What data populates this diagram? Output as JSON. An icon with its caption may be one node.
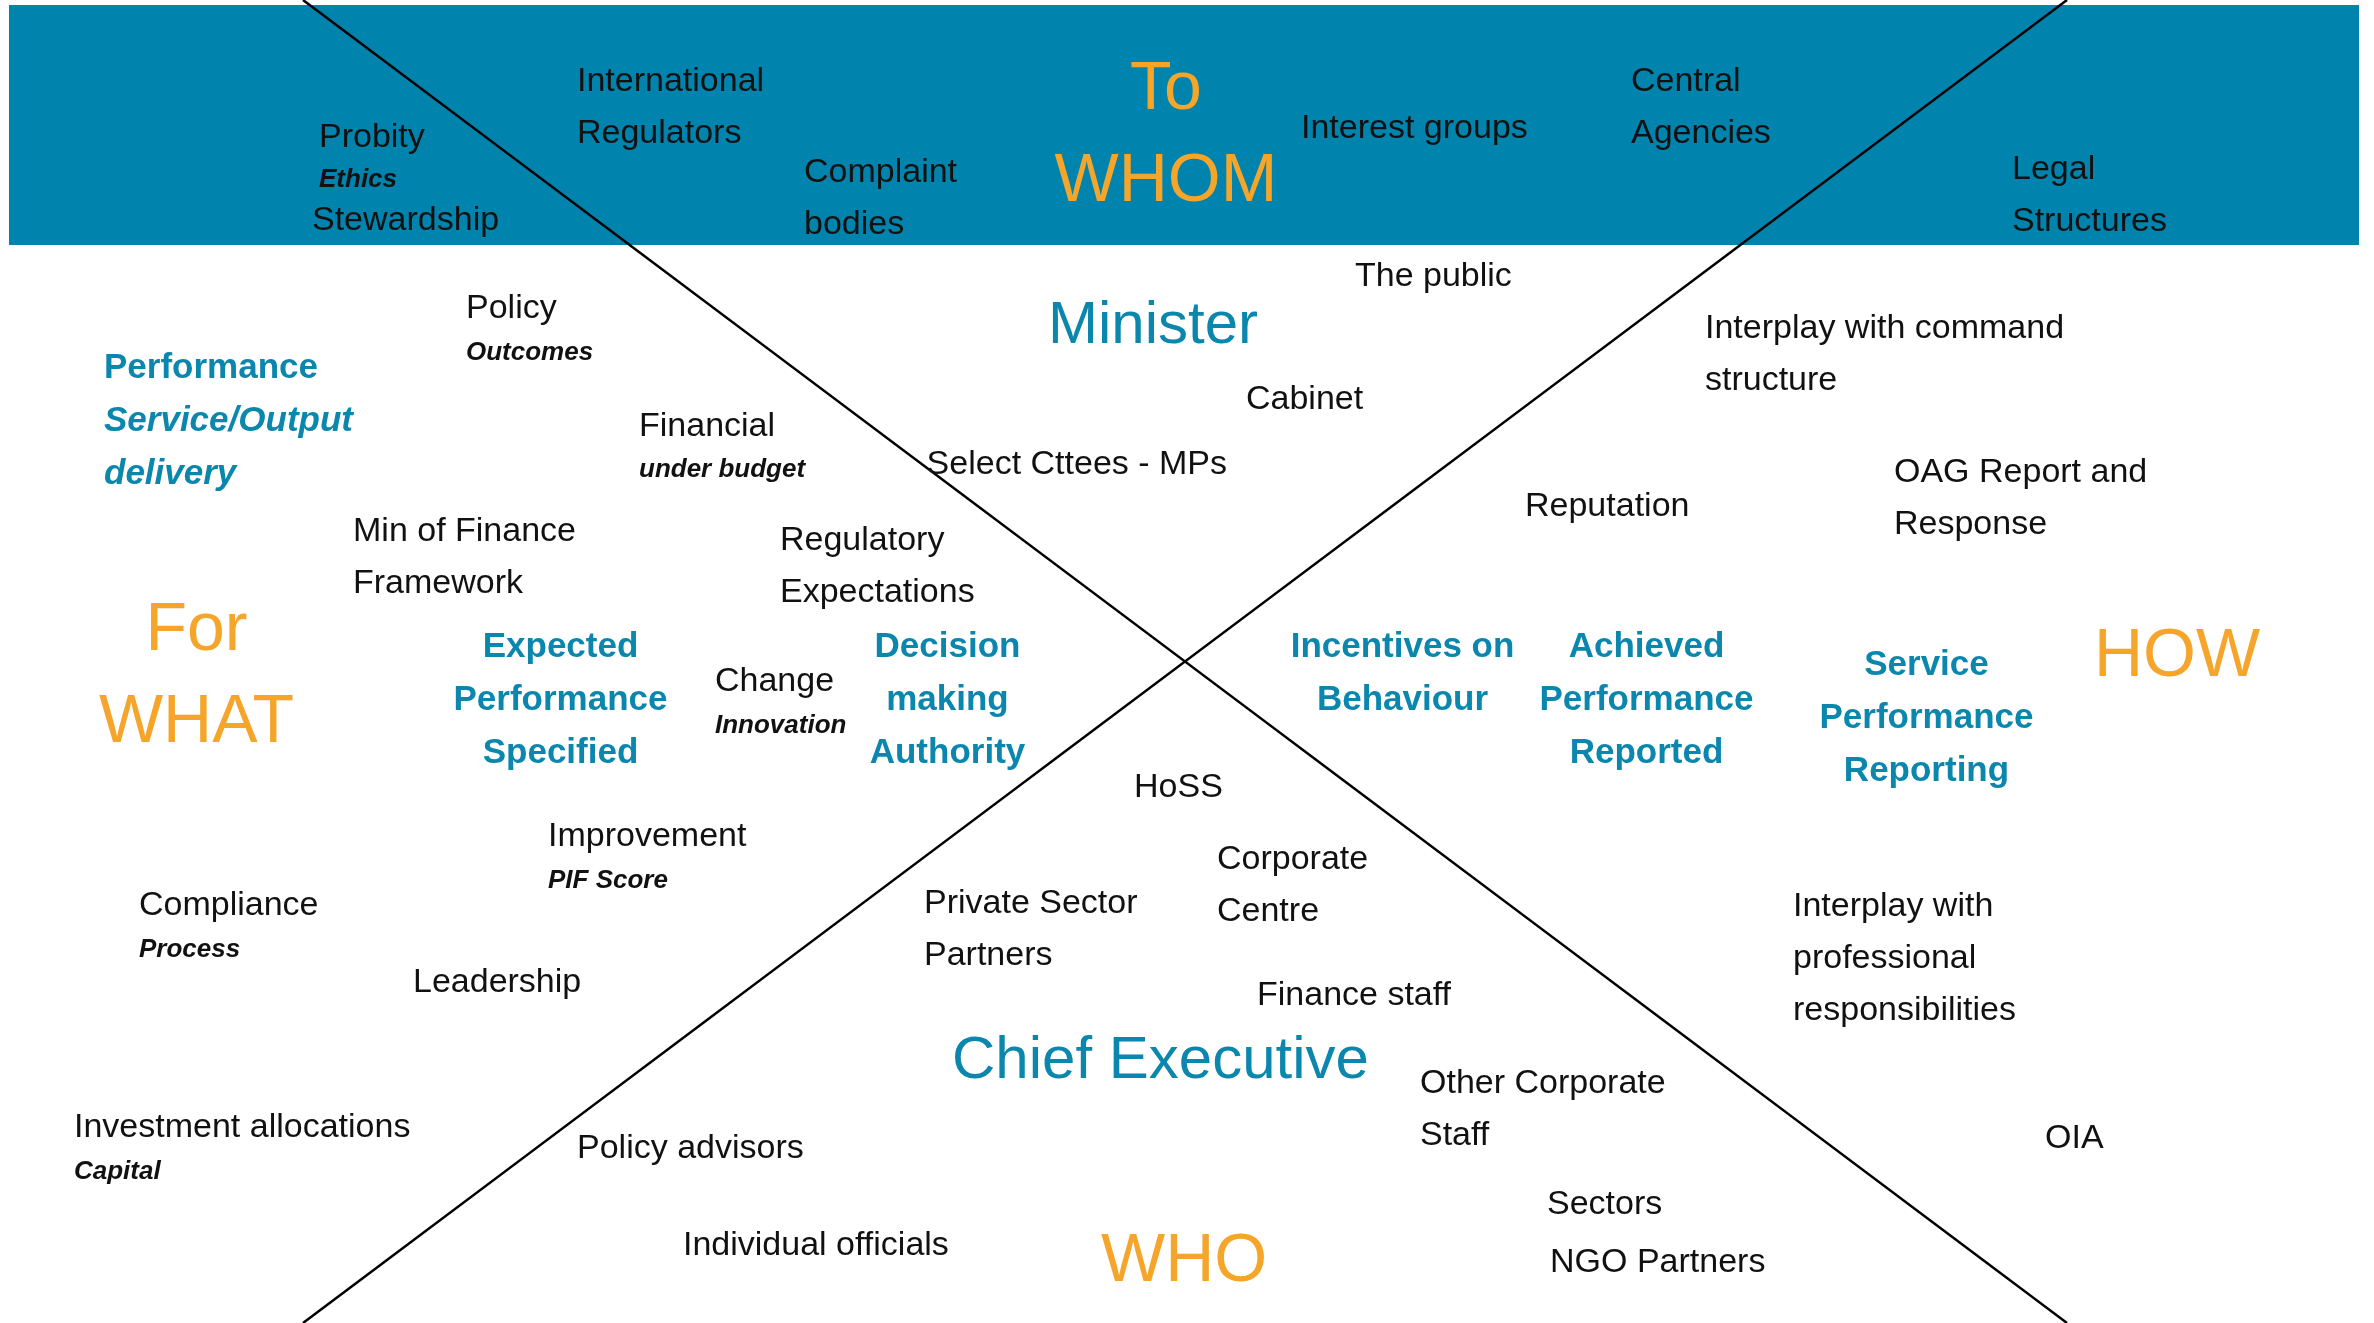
{
  "diagram": {
    "labels": [
      "Probity",
      "Ethics",
      "Stewardship",
      "International Regulators",
      "Complaint bodies",
      "To WHOM",
      "Interest groups",
      "Central Agencies",
      "Legal Structures",
      "The public",
      "Policy",
      "Outcomes",
      "Minister",
      "Interplay with command structure",
      "Performance *Service/Output delivery*",
      "Cabinet",
      "Financial",
      "under budget",
      "Select Cttees - MPs",
      "OAG Report and Response",
      "Reputation",
      "Min of Finance Framework",
      "Regulatory Expectations",
      "For WHAT",
      "HOW",
      "Expected Performance Specified",
      "Change",
      "Innovation",
      "Decision making Authority",
      "Incentives on Behaviour",
      "Achieved Performance Reported",
      "Service Performance Reporting",
      "HoSS",
      "Improvement",
      "PIF Score",
      "Corporate Centre",
      "Private Sector Partners",
      "Compliance",
      "Process",
      "Interplay with professional responsibilities",
      "Leadership",
      "Finance staff",
      "Chief Executive",
      "Other Corporate Staff",
      "Investment allocations",
      "Capital",
      "Policy advisors",
      "OIA",
      "Sectors",
      "Individual officials",
      "WHO",
      "NGO Partners"
    ]
  }
}
